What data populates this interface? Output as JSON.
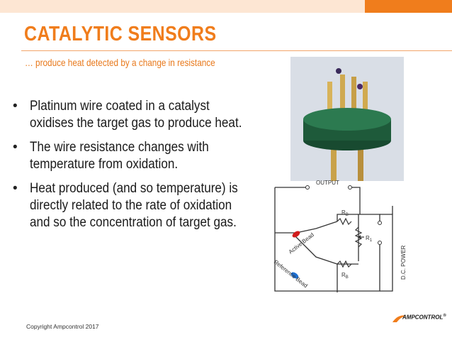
{
  "slide": {
    "title": "CATALYTIC SENSORS",
    "subtitle": "… produce heat detected by a change in resistance",
    "bullets": [
      "Platinum wire coated in a catalyst oxidises the target gas to produce heat.",
      "The wire resistance changes with temperature from oxidation.",
      "Heat produced (and so temperature) is directly related to the rate of oxidation and so the concentration of target gas."
    ],
    "bullet_symbol": "•",
    "copyright": "Copyright Ampcontrol 2017"
  },
  "diagram": {
    "output_label": "OUTPUT",
    "active_bead_label": "Active Bead",
    "reference_bead_label": "Reference Bead",
    "rb_top_label": "R",
    "rb_top_sub": "B",
    "rb_bottom_label": "R",
    "rb_bottom_sub": "B",
    "r1_label": "R",
    "r1_sub": "1",
    "dc_power_label": "D.C. POWER"
  },
  "logo": {
    "text": "AMPCONTROL",
    "mark": "®"
  },
  "colors": {
    "accent": "#f07d1c",
    "band_light": "#fde6d3",
    "sensor_base": "#1e5a3a",
    "pins": "#c9a24a",
    "active_bead": "#d11c1c",
    "reference_bead": "#1e6fd1"
  }
}
